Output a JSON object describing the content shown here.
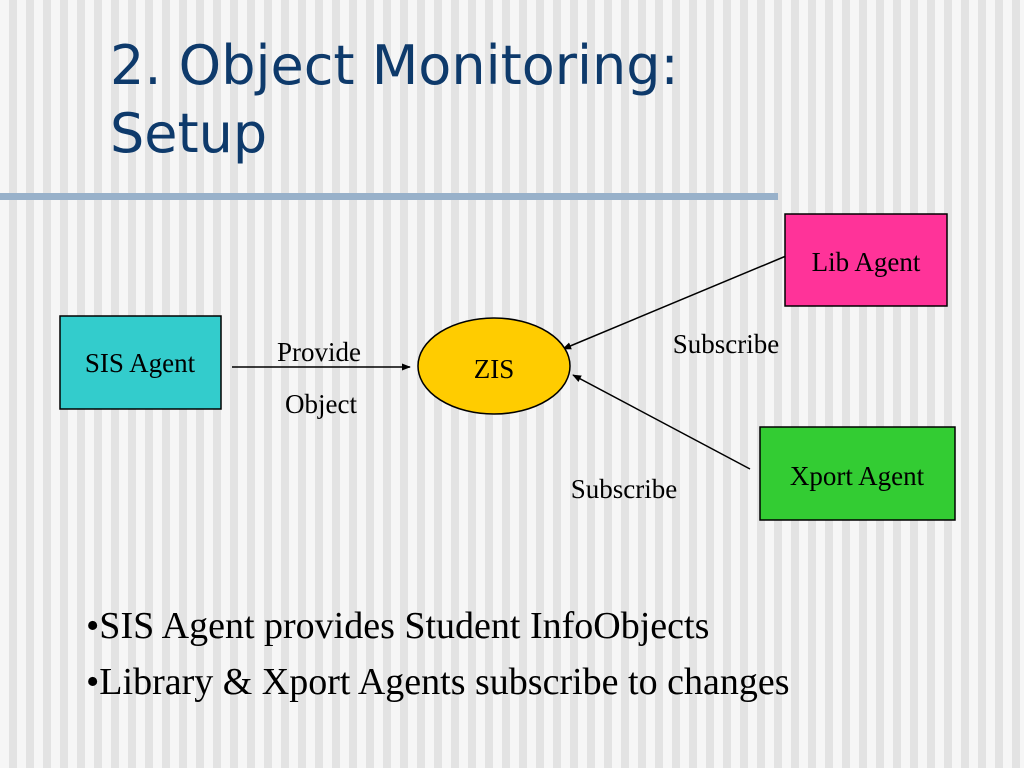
{
  "slide": {
    "title_line1": "2. Object Monitoring:",
    "title_line2": "Setup"
  },
  "diagram": {
    "nodes": {
      "sis": {
        "label": "SIS Agent",
        "color": "#33cccc"
      },
      "zis": {
        "label": "ZIS",
        "color": "#ffcc00"
      },
      "lib": {
        "label": "Lib Agent",
        "color": "#ff3399"
      },
      "xport": {
        "label": "Xport Agent",
        "color": "#33cc33"
      }
    },
    "edges": {
      "provide_line1": "Provide",
      "provide_line2": "Object",
      "subscribe_lib": "Subscribe",
      "subscribe_xport": "Subscribe"
    }
  },
  "bullets": [
    "•SIS Agent provides Student InfoObjects",
    "•Library & Xport Agents subscribe to changes"
  ]
}
